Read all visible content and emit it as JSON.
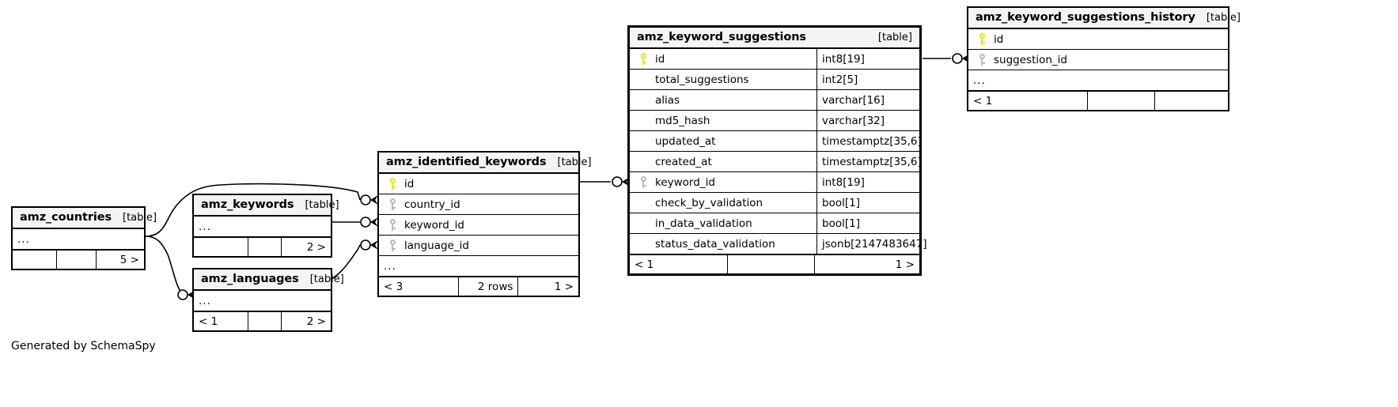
{
  "diagram": {
    "caption": "Generated by SchemaSpy",
    "table_tag": "[table]",
    "ellipsis": "...",
    "colors": {
      "pk_key": "#e8e800",
      "fk_key": "#b9b9b9",
      "header_bg": "#f4f4f4",
      "border": "#000000",
      "background": "#ffffff"
    }
  },
  "tables": {
    "amz_countries": {
      "name": "amz_countries",
      "tag": "[table]",
      "ellipsis": "...",
      "footer": {
        "left": "",
        "center": "",
        "right": "5 >"
      }
    },
    "amz_keywords": {
      "name": "amz_keywords",
      "tag": "[table]",
      "ellipsis": "...",
      "footer": {
        "left": "",
        "center": "",
        "right": "2 >"
      }
    },
    "amz_languages": {
      "name": "amz_languages",
      "tag": "[table]",
      "ellipsis": "...",
      "footer": {
        "left": "< 1",
        "center": "",
        "right": "2 >"
      }
    },
    "amz_identified_keywords": {
      "name": "amz_identified_keywords",
      "tag": "[table]",
      "ellipsis": "...",
      "columns": [
        {
          "key": "pk",
          "name": "id",
          "type": ""
        },
        {
          "key": "fk",
          "name": "country_id",
          "type": ""
        },
        {
          "key": "fk",
          "name": "keyword_id",
          "type": ""
        },
        {
          "key": "fk",
          "name": "language_id",
          "type": ""
        }
      ],
      "footer": {
        "left": "< 3",
        "center": "2 rows",
        "right": "1 >"
      }
    },
    "amz_keyword_suggestions": {
      "name": "amz_keyword_suggestions",
      "tag": "[table]",
      "columns": [
        {
          "key": "pk",
          "name": "id",
          "type": "int8[19]"
        },
        {
          "key": "none",
          "name": "total_suggestions",
          "type": "int2[5]"
        },
        {
          "key": "none",
          "name": "alias",
          "type": "varchar[16]"
        },
        {
          "key": "none",
          "name": "md5_hash",
          "type": "varchar[32]"
        },
        {
          "key": "none",
          "name": "updated_at",
          "type": "timestamptz[35,6]"
        },
        {
          "key": "none",
          "name": "created_at",
          "type": "timestamptz[35,6]"
        },
        {
          "key": "fk",
          "name": "keyword_id",
          "type": "int8[19]"
        },
        {
          "key": "none",
          "name": "check_by_validation",
          "type": "bool[1]"
        },
        {
          "key": "none",
          "name": "in_data_validation",
          "type": "bool[1]"
        },
        {
          "key": "none",
          "name": "status_data_validation",
          "type": "jsonb[2147483647]"
        }
      ],
      "footer": {
        "left": "< 1",
        "center": "",
        "right": "1 >"
      }
    },
    "amz_keyword_suggestions_history": {
      "name": "amz_keyword_suggestions_history",
      "tag": "[table]",
      "ellipsis": "...",
      "columns": [
        {
          "key": "pk",
          "name": "id",
          "type": ""
        },
        {
          "key": "fk",
          "name": "suggestion_id",
          "type": ""
        }
      ],
      "footer": {
        "left": "< 1",
        "center": "",
        "right": ""
      }
    }
  }
}
